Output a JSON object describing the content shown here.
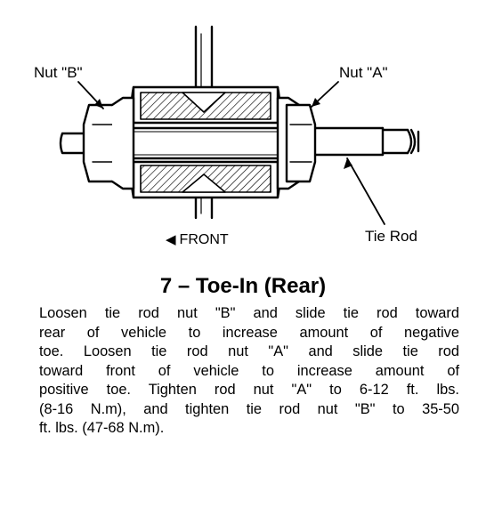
{
  "labels": {
    "nut_b": "Nut \"B\"",
    "nut_a": "Nut \"A\"",
    "tie_rod": "Tie Rod",
    "front": "FRONT"
  },
  "title": "7  –  Toe-In (Rear)",
  "caption_lines": [
    "Loosen tie rod nut \"B\" and slide tie rod toward",
    "rear of vehicle to increase amount of negative",
    "toe. Loosen tie rod nut \"A\" and slide tie rod",
    "toward front of vehicle to increase amount of",
    "positive toe. Tighten rod nut \"A\" to 6-12 ft. lbs.",
    "(8-16 N.m), and tighten tie rod nut \"B\" to 35-50",
    "ft. lbs. (47-68 N.m)."
  ]
}
